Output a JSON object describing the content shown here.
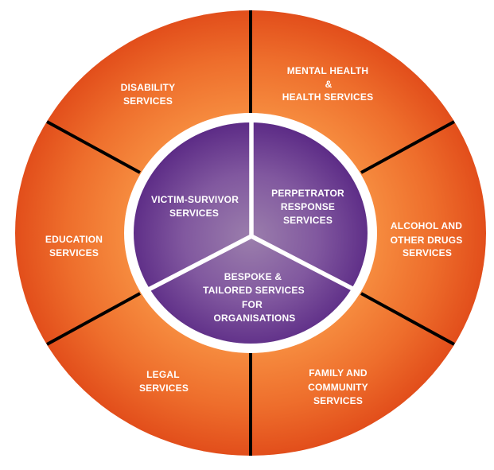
{
  "diagram": {
    "type": "segmented-service-wheel",
    "outer_ring": {
      "segments": [
        {
          "id": "mental-health-health-services",
          "lines": [
            "MENTAL HEALTH",
            "&",
            "HEALTH SERVICES"
          ]
        },
        {
          "id": "alcohol-and-other-drugs-services",
          "lines": [
            "ALCOHOL AND",
            "OTHER DRUGS",
            "SERVICES"
          ]
        },
        {
          "id": "family-and-community-services",
          "lines": [
            "FAMILY AND",
            "COMMUNITY",
            "SERVICES"
          ]
        },
        {
          "id": "legal-services",
          "lines": [
            "LEGAL",
            "SERVICES"
          ]
        },
        {
          "id": "education-services",
          "lines": [
            "EDUCATION",
            "SERVICES"
          ]
        },
        {
          "id": "disability-services",
          "lines": [
            "DISABILITY",
            "SERVICES"
          ]
        }
      ]
    },
    "inner_circle": {
      "segments": [
        {
          "id": "victim-survivor-services",
          "lines": [
            "VICTIM-SURVIVOR",
            "SERVICES"
          ]
        },
        {
          "id": "perpetrator-response-services",
          "lines": [
            "PERPETRATOR",
            "RESPONSE",
            "SERVICES"
          ]
        },
        {
          "id": "bespoke-tailored-services-for-organisations",
          "lines": [
            "BESPOKE &",
            "TAILORED SERVICES",
            "FOR",
            "ORGANISATIONS"
          ]
        }
      ]
    }
  },
  "colors": {
    "background": "#FFFFFF",
    "orange_inner_glow": "#FAA55F",
    "orange_inner": "#F78F41",
    "orange_mid": "#EE6E2C",
    "orange_edge": "#E24E1B",
    "purple_center": "#9B7EAC",
    "purple_mid": "#81589F",
    "purple_edge": "#5C2B86",
    "divider_black": "#000000",
    "ring_white": "#FFFFFF",
    "label_text": "#FFFFFF"
  }
}
